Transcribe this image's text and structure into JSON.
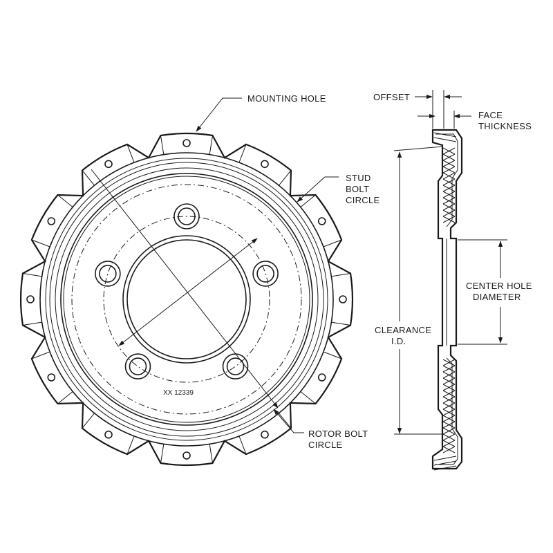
{
  "labels": {
    "mounting_hole": "MOUNTING HOLE",
    "stud_bolt_circle": [
      "STUD",
      "BOLT",
      "CIRCLE"
    ],
    "rotor_bolt_circle": [
      "ROTOR BOLT",
      "CIRCLE"
    ],
    "offset": "OFFSET",
    "face_thickness": [
      "FACE",
      "THICKNESS"
    ],
    "center_hole_diameter": [
      "CENTER HOLE",
      "DIAMETER"
    ],
    "clearance_id": [
      "CLEARANCE",
      "I.D."
    ],
    "part_number": "XX  12339"
  },
  "colors": {
    "line": "#1a1a1a",
    "background": "#ffffff"
  }
}
